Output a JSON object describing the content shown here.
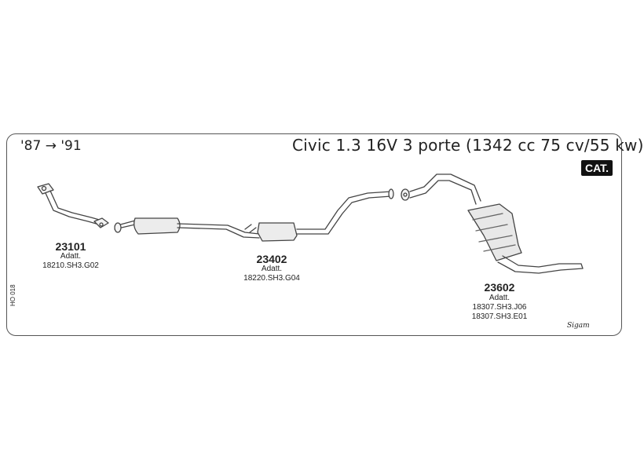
{
  "header": {
    "years": "'87 → '91",
    "model": "Civic 1.3 16V 3 porte (1342 cc 75 cv/55 kw)",
    "badge": "CAT."
  },
  "parts": [
    {
      "number": "23101",
      "adapt": "Adatt.",
      "codes": [
        "18210.SH3.G02"
      ]
    },
    {
      "number": "23402",
      "adapt": "Adatt.",
      "codes": [
        "18220.SH3.G04"
      ]
    },
    {
      "number": "23602",
      "adapt": "Adatt.",
      "codes": [
        "18307.SH3.J06",
        "18307.SH3.E01"
      ]
    }
  ],
  "footer": {
    "side_code": "HO 018",
    "logo": "Sigam"
  }
}
